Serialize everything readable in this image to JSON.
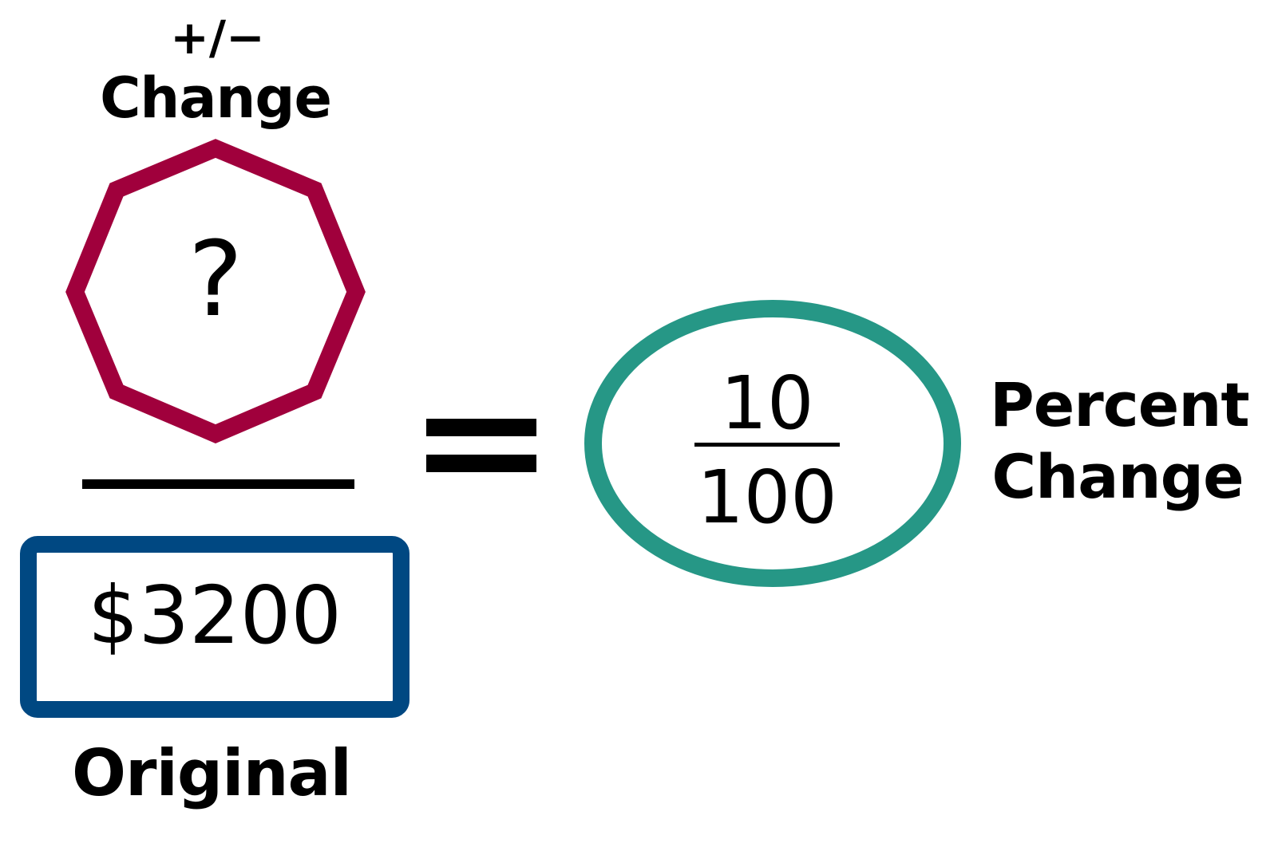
{
  "colors": {
    "octagon_stroke": "#A0003C",
    "original_box_border": "#004882",
    "ellipse_stroke": "#269786",
    "text": "#000000",
    "background": "#FFFFFF"
  },
  "change_section": {
    "sign": "+/−",
    "label": "Change",
    "unknown": "?"
  },
  "original_section": {
    "amount": "$3200",
    "label": "Original"
  },
  "percent_section": {
    "numerator": "10",
    "denominator": "100",
    "label_line1": "Percent",
    "label_line2": "Change"
  }
}
